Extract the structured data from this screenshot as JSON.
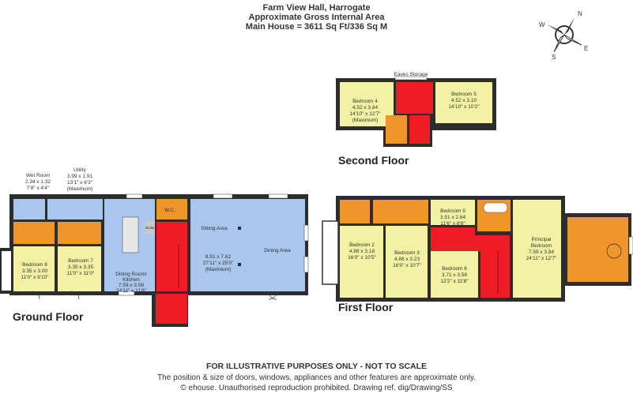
{
  "header": {
    "line1": "Farm View Hall, Harrogate",
    "line2": "Approximate Gross Internal Area",
    "line3": "Main House = 3611 Sq Ft/336 Sq M"
  },
  "compass": {
    "n": "N",
    "e": "E",
    "s": "S",
    "w": "W"
  },
  "floors": {
    "ground": "Ground Floor",
    "first": "First Floor",
    "second": "Second Floor"
  },
  "colors": {
    "blue": "#a9c6ec",
    "yellow": "#f3f2a4",
    "orange": "#f0952b",
    "red": "#ee1c24",
    "wall": "#2d2d2d",
    "grey": "#c9c9c9"
  },
  "rooms": {
    "wet_room": [
      "Wet Room",
      "2.34 x 1.32",
      "7'8\" x 4'4\""
    ],
    "utility": [
      "Utility",
      "3.99 x 1.91",
      "13'1\" x 6'3\"",
      "(Maximum)"
    ],
    "bedroom8": [
      "Bedroom 8",
      "3.35 x 3.00",
      "11'0\" x 9'10\""
    ],
    "bedroom7": [
      "Bedroom 7",
      "3.35 x 3.35",
      "11'0\" x 11'0\""
    ],
    "dining_kitchen": [
      "Dining Room/",
      "Kitchen",
      "7.59 x 3.56",
      "24'11\" x 11'8\""
    ],
    "wc": [
      "W.C."
    ],
    "boiler": [
      "Boiler"
    ],
    "sitting": [
      "Sitting Area"
    ],
    "dining_area": [
      "Dining Area"
    ],
    "main_living": [
      "8.51 x 7.62",
      "27'11\" x 25'0\"",
      "(Maximum)"
    ],
    "bedroom2": [
      "Bedroom 2",
      "4.88 x 3.18",
      "16'0\" x 10'5\""
    ],
    "bedroom3": [
      "Bedroom 3",
      "4.88 x 3.23",
      "16'0\" x 10'7\""
    ],
    "bedroom9": [
      "Bedroom 9",
      "3.51 x 2.64",
      "11'6\" x 8'8\""
    ],
    "bedroom6": [
      "Bedroom 6",
      "3.71 x 3.56",
      "12'2\" x 11'8\""
    ],
    "principal": [
      "Principal",
      "Bedroom",
      "7.59 x 3.84",
      "24'11\" x 12'7\""
    ],
    "bedroom4": [
      "Bedroom 4",
      "4.52 x 3.84",
      "14'10\" x 12'7\"",
      "(Maximum)"
    ],
    "bedroom5": [
      "Bedroom 5",
      "4.52 x 3.10",
      "14'10\" x 10'2\""
    ],
    "eaves": [
      "Eaves Storage"
    ]
  },
  "footer": {
    "line1": "FOR ILLUSTRATIVE PURPOSES ONLY - NOT TO SCALE",
    "line2": "The position & size of doors, windows, appliances and other features are approximate only.",
    "line3": "© ehouse. Unauthorised reproduction prohibited. Drawing ref. dig/Drawing/SS"
  }
}
